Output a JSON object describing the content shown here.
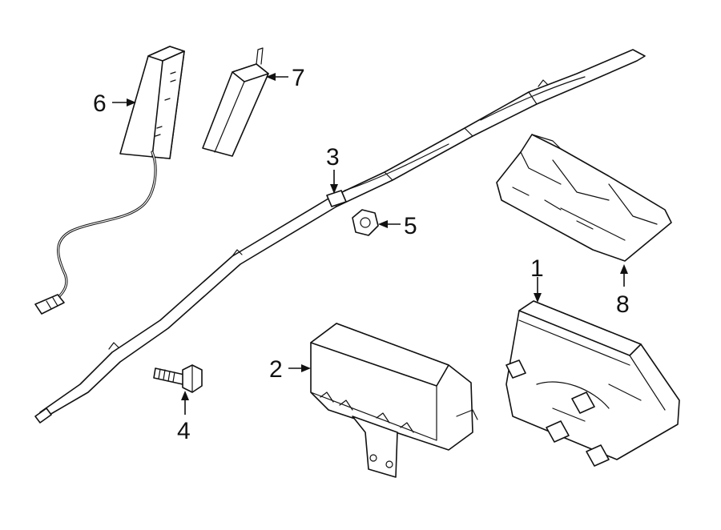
{
  "callouts": [
    {
      "id": "1",
      "label": "1"
    },
    {
      "id": "2",
      "label": "2"
    },
    {
      "id": "3",
      "label": "3"
    },
    {
      "id": "4",
      "label": "4"
    },
    {
      "id": "5",
      "label": "5"
    },
    {
      "id": "6",
      "label": "6"
    },
    {
      "id": "7",
      "label": "7"
    },
    {
      "id": "8",
      "label": "8"
    }
  ],
  "colors": {
    "line": "#111111",
    "background": "#ffffff"
  }
}
